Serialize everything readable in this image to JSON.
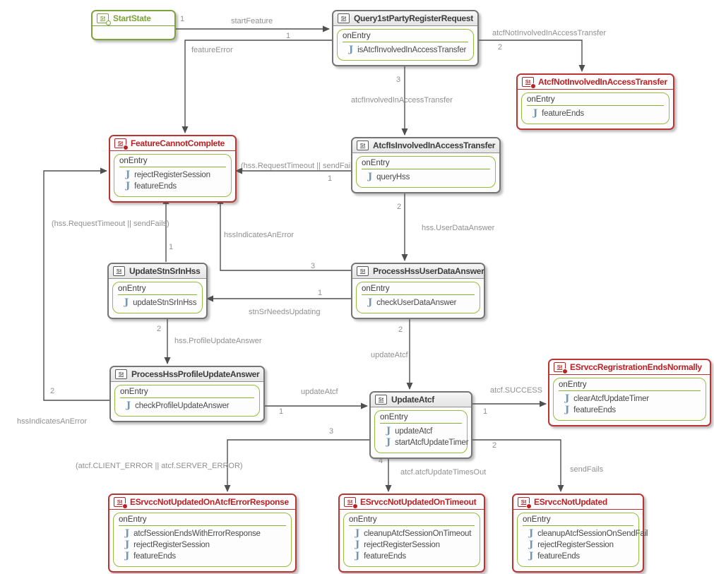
{
  "diagram": {
    "entry_label": "onEntry",
    "states": [
      {
        "title": "StartState",
        "type": "start",
        "actions": []
      },
      {
        "title": "Query1stPartyRegisterRequest",
        "type": "normal",
        "actions": [
          "isAtcfInvolvedInAccessTransfer"
        ]
      },
      {
        "title": "AtcfNotInvolvedInAccessTransfer",
        "type": "final",
        "actions": [
          "featureEnds"
        ]
      },
      {
        "title": "FeatureCannotComplete",
        "type": "final",
        "actions": [
          "rejectRegisterSession",
          "featureEnds"
        ]
      },
      {
        "title": "AtcfIsInvolvedInAccessTransfer",
        "type": "normal",
        "actions": [
          "queryHss"
        ]
      },
      {
        "title": "UpdateStnSrInHss",
        "type": "normal",
        "actions": [
          "updateStnSrInHss"
        ]
      },
      {
        "title": "ProcessHssUserDataAnswer",
        "type": "normal",
        "actions": [
          "checkUserDataAnswer"
        ]
      },
      {
        "title": "ProcessHssProfileUpdateAnswer",
        "type": "normal",
        "actions": [
          "checkProfileUpdateAnswer"
        ]
      },
      {
        "title": "UpdateAtcf",
        "type": "normal",
        "actions": [
          "updateAtcf",
          "startAtcfUpdateTimer"
        ]
      },
      {
        "title": "ESrvccRegristrationEndsNormally",
        "type": "final",
        "actions": [
          "clearAtcfUpdateTimer",
          "featureEnds"
        ]
      },
      {
        "title": "ESrvccNotUpdatedOnAtcfErrorResponse",
        "type": "final",
        "actions": [
          "atcfSessionEndsWithErrorResponse",
          "rejectRegisterSession",
          "featureEnds"
        ]
      },
      {
        "title": "ESrvccNotUpdatedOnTimeout",
        "type": "final",
        "actions": [
          "cleanupAtcfSessionOnTimeout",
          "rejectRegisterSession",
          "featureEnds"
        ]
      },
      {
        "title": "ESrvccNotUpdated",
        "type": "final",
        "actions": [
          "cleanupAtcfSessionOnSendFail",
          "rejectRegisterSession",
          "featureEnds"
        ]
      }
    ],
    "edges": [
      {
        "from": "StartState",
        "to": "Query1stPartyRegisterRequest",
        "num": "1",
        "label": "startFeature"
      },
      {
        "from": "Query1stPartyRegisterRequest",
        "to": "FeatureCannotComplete",
        "num": "1",
        "label": "featureError"
      },
      {
        "from": "Query1stPartyRegisterRequest",
        "to": "AtcfNotInvolvedInAccessTransfer",
        "num": "2",
        "label": "atcfNotInvolvedInAccessTransfer"
      },
      {
        "from": "Query1stPartyRegisterRequest",
        "to": "AtcfIsInvolvedInAccessTransfer",
        "num": "3",
        "label": "atcfInvolvedInAccessTransfer"
      },
      {
        "from": "AtcfIsInvolvedInAccessTransfer",
        "to": "FeatureCannotComplete",
        "num": "1",
        "label": "(hss.RequestTimeout || sendFails)"
      },
      {
        "from": "AtcfIsInvolvedInAccessTransfer",
        "to": "ProcessHssUserDataAnswer",
        "num": "2",
        "label": "hss.UserDataAnswer"
      },
      {
        "from": "ProcessHssUserDataAnswer",
        "to": "FeatureCannotComplete",
        "num": "3",
        "label": "hssIndicatesAnError"
      },
      {
        "from": "ProcessHssUserDataAnswer",
        "to": "UpdateStnSrInHss",
        "num": "1",
        "label": "stnSrNeedsUpdating"
      },
      {
        "from": "UpdateStnSrInHss",
        "to": "FeatureCannotComplete",
        "num": "1",
        "label": "(hss.RequestTimeout || sendFails)"
      },
      {
        "from": "UpdateStnSrInHss",
        "to": "ProcessHssProfileUpdateAnswer",
        "num": "2",
        "label": "hss.ProfileUpdateAnswer"
      },
      {
        "from": "ProcessHssProfileUpdateAnswer",
        "to": "FeatureCannotComplete",
        "num": "2",
        "label": "hssIndicatesAnError"
      },
      {
        "from": "ProcessHssUserDataAnswer",
        "to": "UpdateAtcf",
        "num": "2",
        "label": "updateAtcf"
      },
      {
        "from": "ProcessHssProfileUpdateAnswer",
        "to": "UpdateAtcf",
        "num": "1",
        "label": "updateAtcf"
      },
      {
        "from": "UpdateAtcf",
        "to": "ESrvccRegristrationEndsNormally",
        "num": "1",
        "label": "atcf.SUCCESS"
      },
      {
        "from": "UpdateAtcf",
        "to": "ESrvccNotUpdatedOnAtcfErrorResponse",
        "num": "3",
        "label": "(atcf.CLIENT_ERROR || atcf.SERVER_ERROR)"
      },
      {
        "from": "UpdateAtcf",
        "to": "ESrvccNotUpdatedOnTimeout",
        "num": "4",
        "label": "atcf.atcfUpdateTimesOut"
      },
      {
        "from": "UpdateAtcf",
        "to": "ESrvccNotUpdated",
        "num": "2",
        "label": "sendFails"
      }
    ],
    "colors": {
      "state_border_gray": "#757575",
      "state_border_red": "#bb3333",
      "state_border_green": "#7fa33c",
      "title_red": "#bb2025",
      "title_gray": "#3c3c3c",
      "title_green": "#7fa33c",
      "entry_border_green": "#94be3d",
      "action_icon_blue": "#7396b4",
      "line_gray": "#4f4f4f",
      "label_gray": "#909090"
    }
  }
}
